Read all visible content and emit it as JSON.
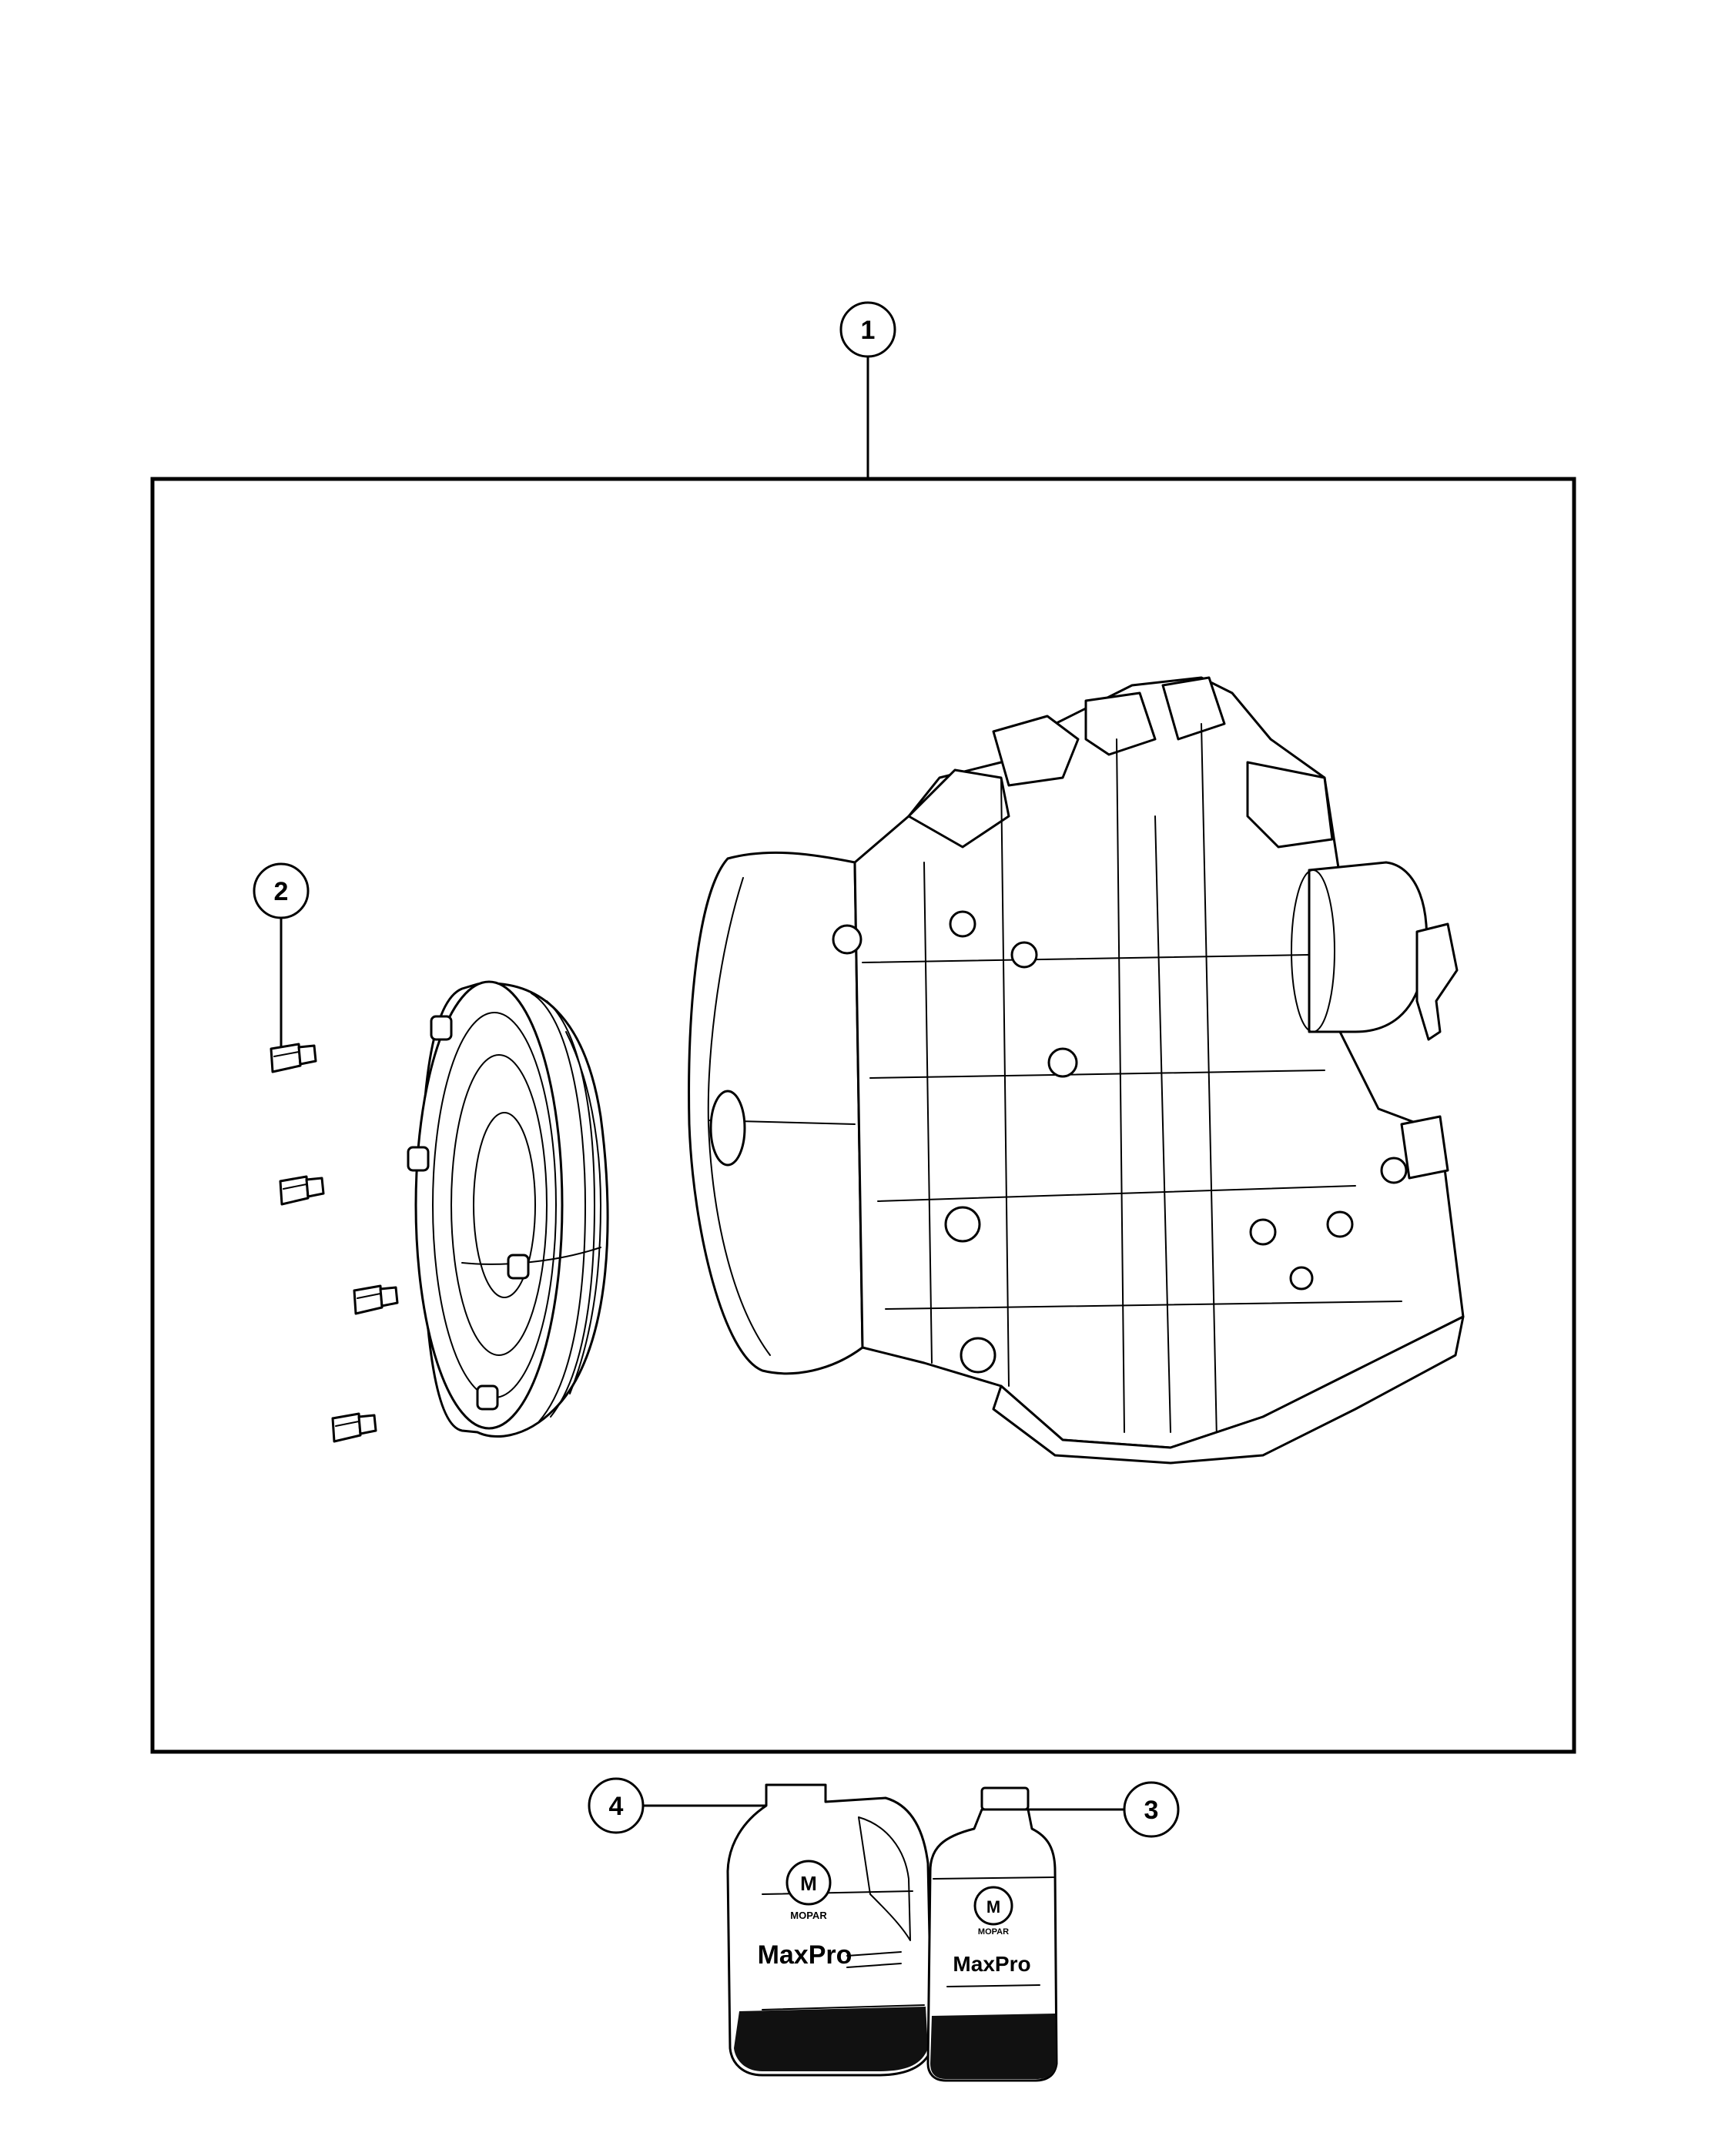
{
  "callouts": [
    {
      "id": "1",
      "label": "1"
    },
    {
      "id": "2",
      "label": "2"
    },
    {
      "id": "3",
      "label": "3"
    },
    {
      "id": "4",
      "label": "4"
    }
  ],
  "products": {
    "jug": {
      "brand_small": "MOPAR",
      "brand_name": "MaxPro"
    },
    "bottle": {
      "brand_small": "MOPAR",
      "brand_name": "MaxPro"
    }
  },
  "colors": {
    "line": "#000000",
    "background": "#ffffff"
  }
}
